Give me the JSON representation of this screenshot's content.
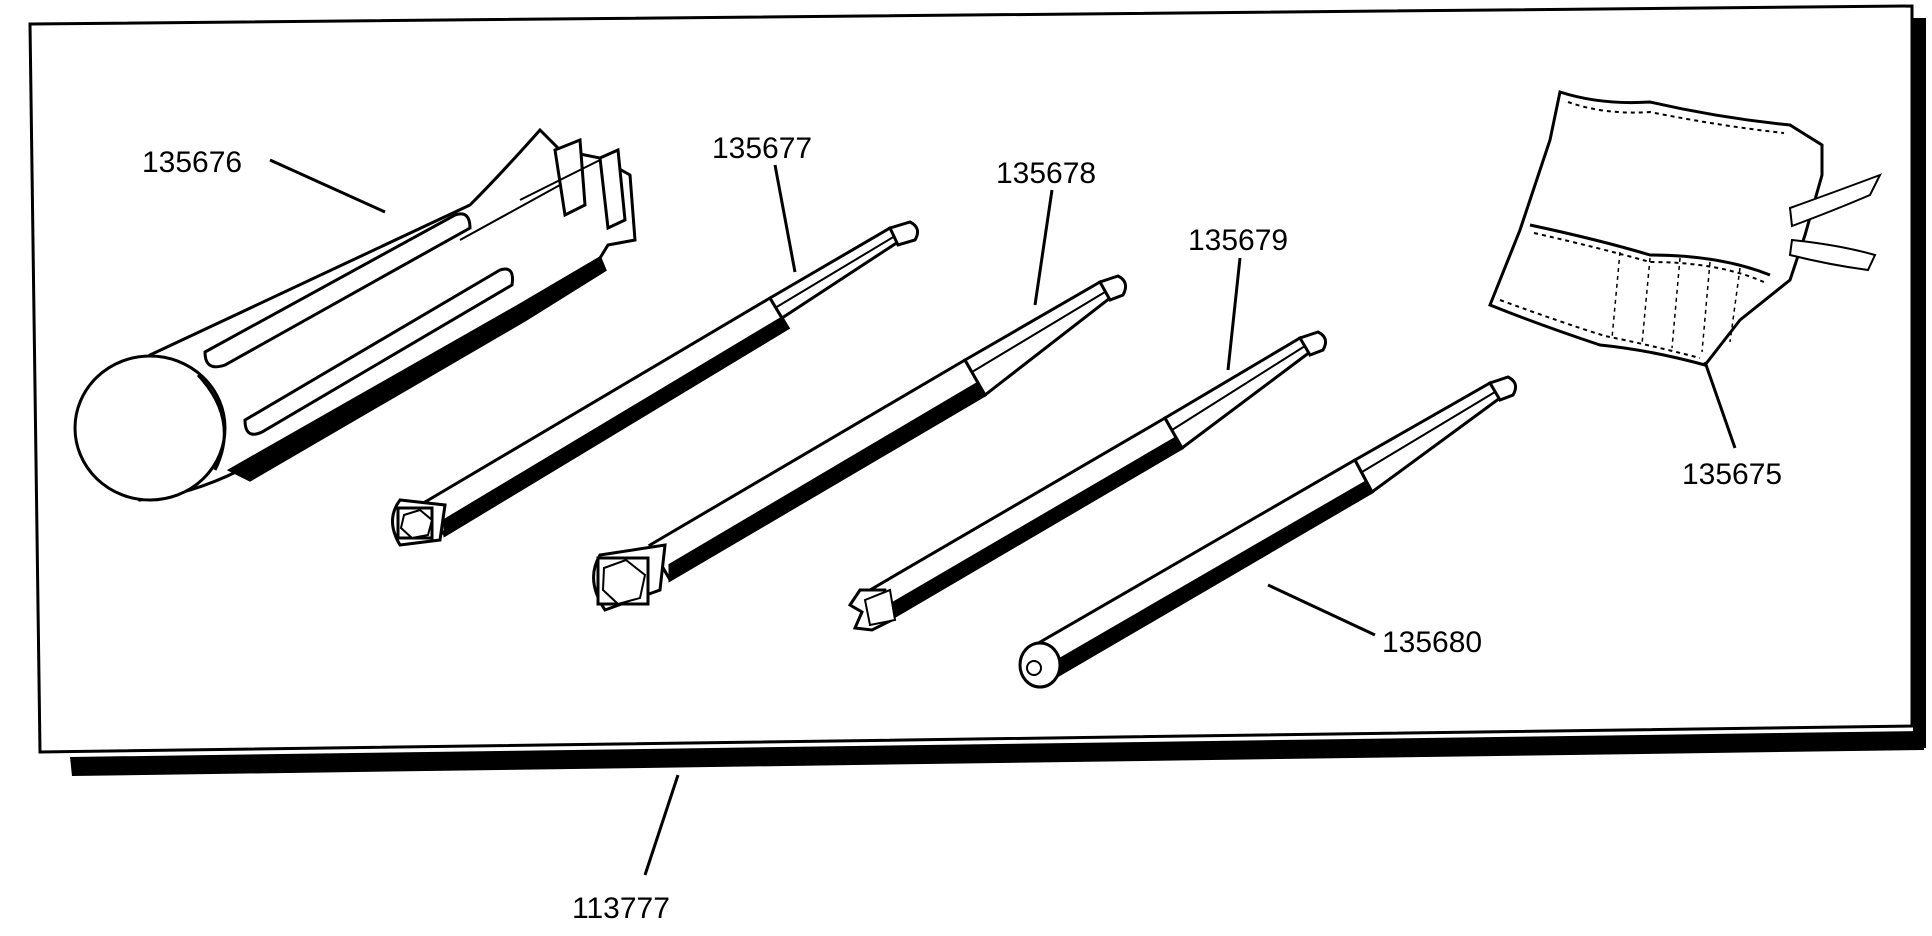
{
  "diagram": {
    "kit_part_number": "113777",
    "components": [
      {
        "part_number": "135676",
        "shape": "handle"
      },
      {
        "part_number": "135677",
        "shape": "hex-socket-shaft"
      },
      {
        "part_number": "135678",
        "shape": "hex-socket-shaft-large"
      },
      {
        "part_number": "135679",
        "shape": "fork-tip-shaft"
      },
      {
        "part_number": "135680",
        "shape": "pin-tip-shaft"
      },
      {
        "part_number": "135675",
        "shape": "roll-pouch"
      }
    ],
    "colors": {
      "ink": "#000000",
      "paper": "#ffffff",
      "shadow": "#000000"
    }
  }
}
